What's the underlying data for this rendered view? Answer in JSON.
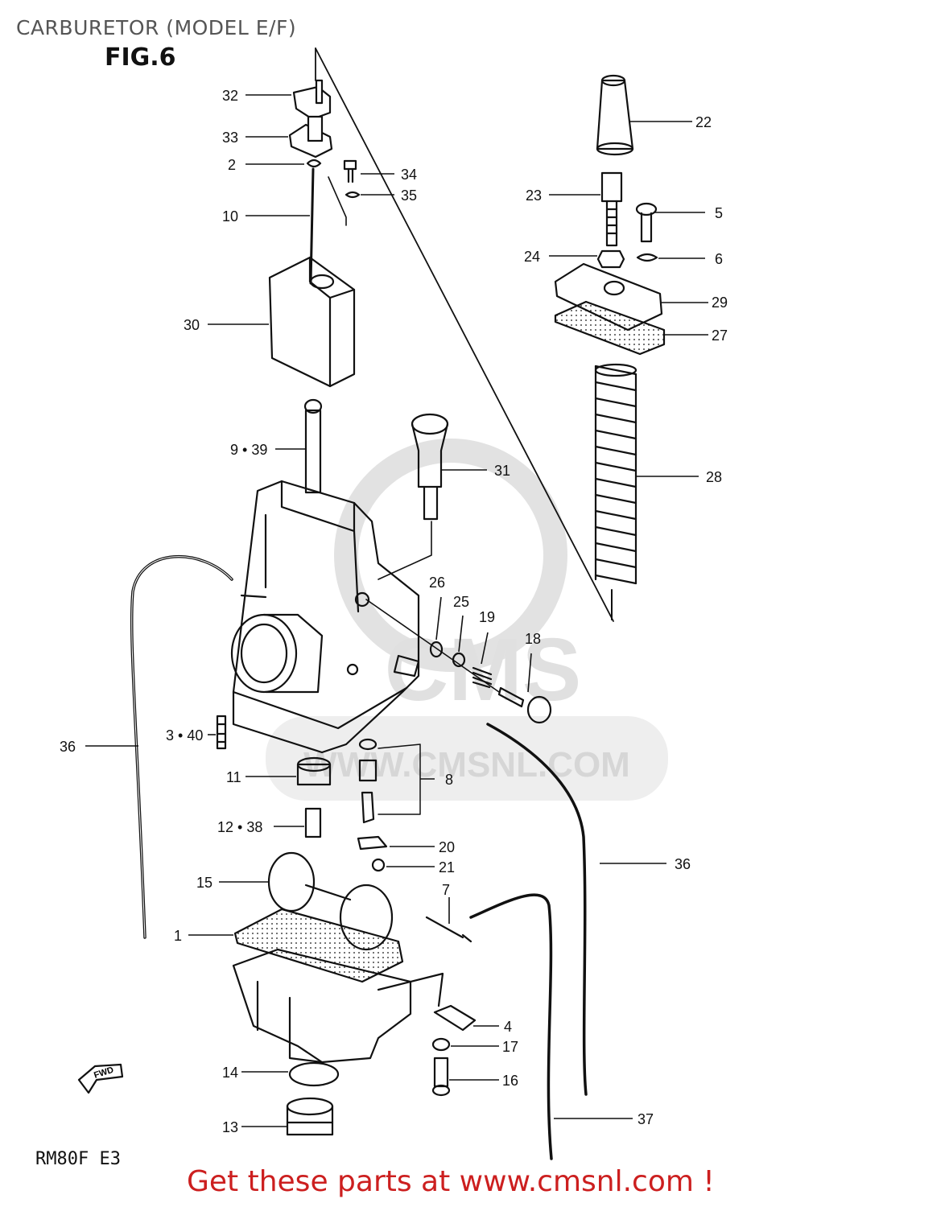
{
  "header": {
    "title": "CARBURETOR (MODEL E/F)",
    "figure": "FIG.6"
  },
  "model_code": "RM80F E3",
  "footer": "Get these parts at www.cmsnl.com !",
  "watermark": {
    "url": "WWW.CMSNL.COM",
    "brand": "CMS"
  },
  "fwd_label": "FWD",
  "colors": {
    "line": "#111111",
    "footer": "#cc1f1f",
    "watermark": "#d9d9d9"
  },
  "callouts": [
    "32",
    "33",
    "2",
    "34",
    "35",
    "10",
    "30",
    "22",
    "23",
    "5",
    "24",
    "6",
    "29",
    "27",
    "28",
    "9 • 39",
    "31",
    "26",
    "25",
    "19",
    "18",
    "3 • 40",
    "36",
    "11",
    "8",
    "12 • 38",
    "20",
    "21",
    "15",
    "7",
    "1",
    "36",
    "4",
    "17",
    "14",
    "16",
    "13",
    "37"
  ]
}
